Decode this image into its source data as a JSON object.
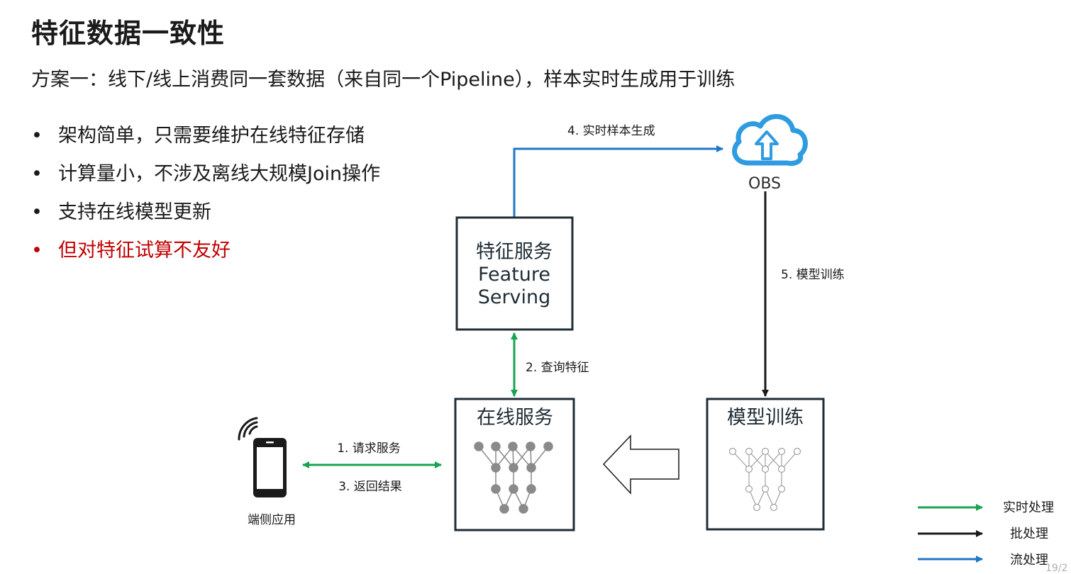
{
  "title": "特征数据一致性",
  "subtitle": "方案一：线下/线上消费同一套数据（来自同一个Pipeline），样本实时生成用于训练",
  "bullets": [
    {
      "text": "架构简单，只需要维护在线特征存储"
    },
    {
      "text": "计算量小，不涉及离线大规模Join操作"
    },
    {
      "text": "支持在线模型更新"
    },
    {
      "text": "但对特征试算不友好"
    }
  ],
  "bullet_glyph": "•",
  "diagram": {
    "feature_serving": {
      "line1": "特征服务",
      "line2": "Feature",
      "line3": "Serving"
    },
    "online_service": "在线服务",
    "model_training_box": "模型训练",
    "obs": "OBS",
    "client": "端侧应用",
    "steps": {
      "s1": "1. 请求服务",
      "s2": "2. 查询特征",
      "s3": "3. 返回结果",
      "s4": "4. 实时样本生成",
      "s5": "5. 模型训练"
    }
  },
  "legend": [
    {
      "label": "实时处理",
      "color": "#1aa352"
    },
    {
      "label": "批处理",
      "color": "#1a1a1a"
    },
    {
      "label": "流处理",
      "color": "#1f77c4"
    }
  ],
  "colors": {
    "realtime": "#1aa352",
    "batch": "#1a1a1a",
    "stream": "#1f77c4",
    "box_border": "#1f2d36",
    "accent_red": "#c00000",
    "cloud": "#2f9be0"
  },
  "page_number": "19/2"
}
